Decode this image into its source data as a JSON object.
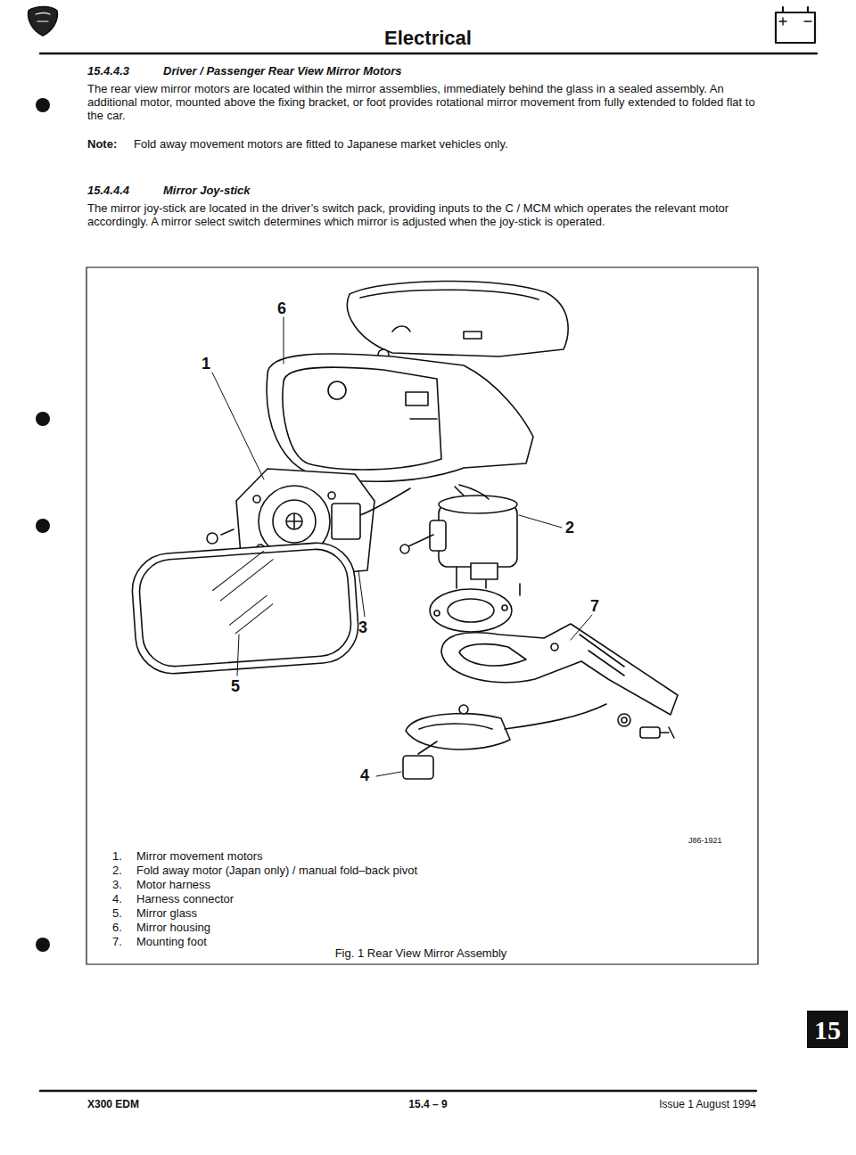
{
  "diagram": {
    "title": "Electrical",
    "caption": "Fig. 1 Rear View Mirror Assembly",
    "labels": [
      "15.4.4.3",
      "Driver / Passenger Rear View Mirror Motors",
      "The rear view mirror motors are located within the mirror assemblies, immediately behind the glass in a sealed assembly. An additional motor, mounted above the fixing bracket, or foot provides rotational mirror movement from fully extended to folded flat to the car.",
      "Note:",
      "Fold away movement motors are fitted to Japanese market vehicles only.",
      "15.4.4.4",
      "Mirror Joy-stick",
      "The mirror joy-stick are located in the driver’s switch pack, providing inputs to the C / MCM which operates the relevant motor accordingly. A mirror select switch determines which mirror is adjusted when the joy-stick is operated.",
      "6",
      "1",
      "2",
      "7",
      "3",
      "5",
      "4",
      "J86-1921",
      "1.",
      "Mirror movement motors",
      "2.",
      "Fold away motor (Japan only) / manual fold–back pivot",
      "3.",
      "Motor harness",
      "4.",
      "Harness connector",
      "5.",
      "Mirror glass",
      "6.",
      "Mirror housing",
      "7.",
      "Mounting foot",
      "X300 EDM",
      "15.4 – 9",
      "Issue 1 August 1994",
      "15"
    ]
  }
}
